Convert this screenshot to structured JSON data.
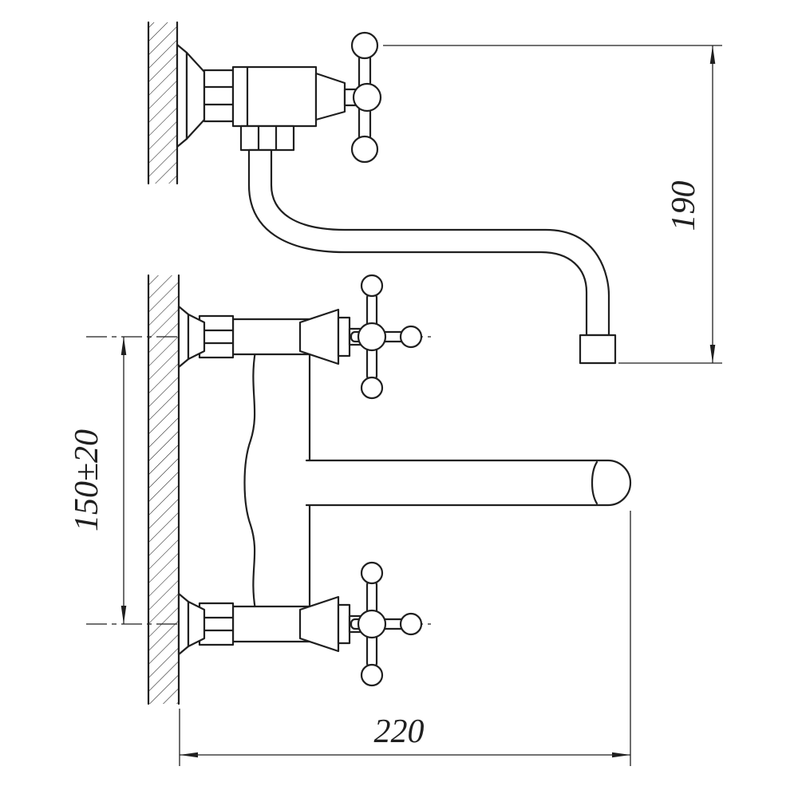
{
  "canvas": {
    "background": "#ffffff",
    "line_color": "#1f1f1f"
  },
  "dimensions": {
    "spout_height": "190",
    "inlet_centers": "150±20",
    "spout_reach": "220"
  }
}
